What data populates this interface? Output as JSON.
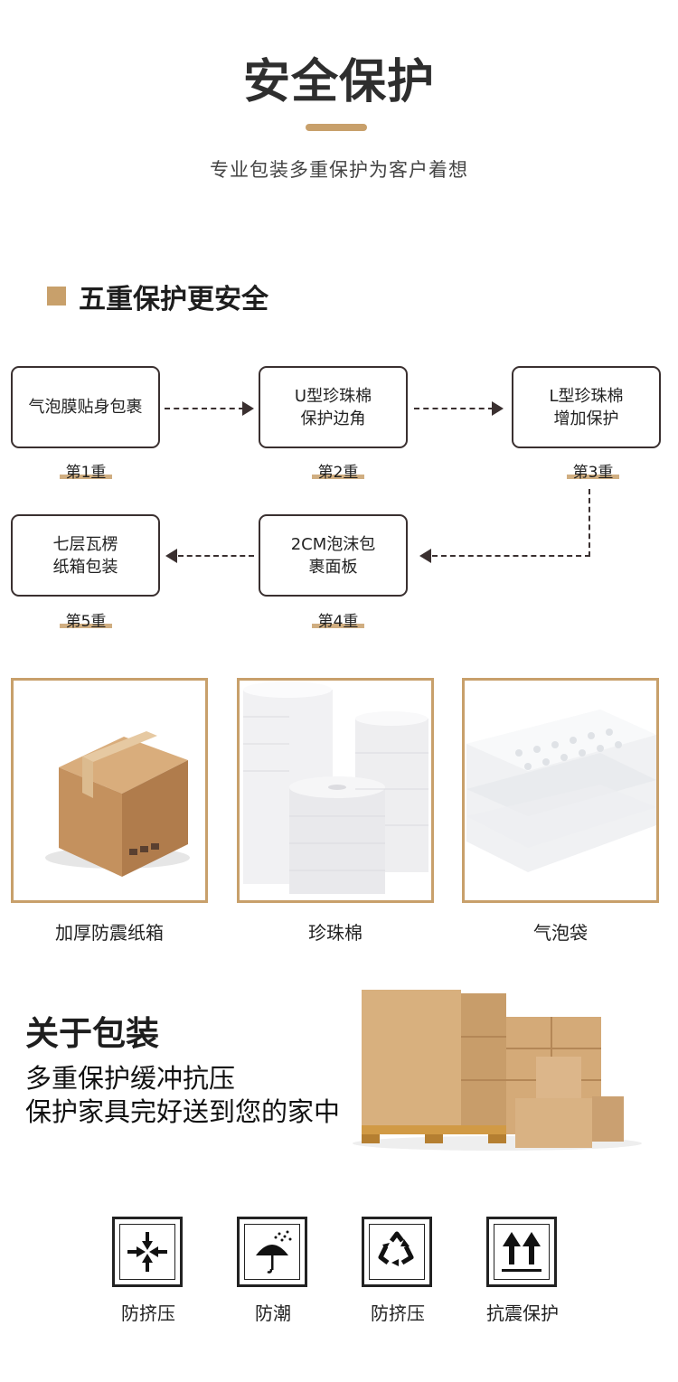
{
  "header": {
    "title": "安全保护",
    "subtitle": "专业包装多重保护为客户着想"
  },
  "section": {
    "title": "五重保护更安全"
  },
  "steps": [
    {
      "lines": [
        "气泡膜贴身包裹"
      ],
      "label": "第1重"
    },
    {
      "lines": [
        "U型珍珠棉",
        "保护边角"
      ],
      "label": "第2重"
    },
    {
      "lines": [
        "L型珍珠棉",
        "增加保护"
      ],
      "label": "第3重"
    },
    {
      "lines": [
        "2CM泡沫包",
        "裹面板"
      ],
      "label": "第4重"
    },
    {
      "lines": [
        "七层瓦楞",
        "纸箱包装"
      ],
      "label": "第5重"
    }
  ],
  "products": [
    {
      "caption": "加厚防震纸箱"
    },
    {
      "caption": "珍珠棉"
    },
    {
      "caption": "气泡袋"
    }
  ],
  "packaging": {
    "title": "关于包装",
    "line1": "多重保护缓冲抗压",
    "line2": "保护家具完好送到您的家中"
  },
  "icons": [
    {
      "caption": "防挤压",
      "icon": "compress-arrows-icon"
    },
    {
      "caption": "防潮",
      "icon": "umbrella-rain-icon"
    },
    {
      "caption": "防挤压",
      "icon": "recycle-icon"
    },
    {
      "caption": "抗震保护",
      "icon": "this-way-up-icon"
    }
  ],
  "colors": {
    "accent": "#c8a06b",
    "dark": "#3a3030"
  }
}
